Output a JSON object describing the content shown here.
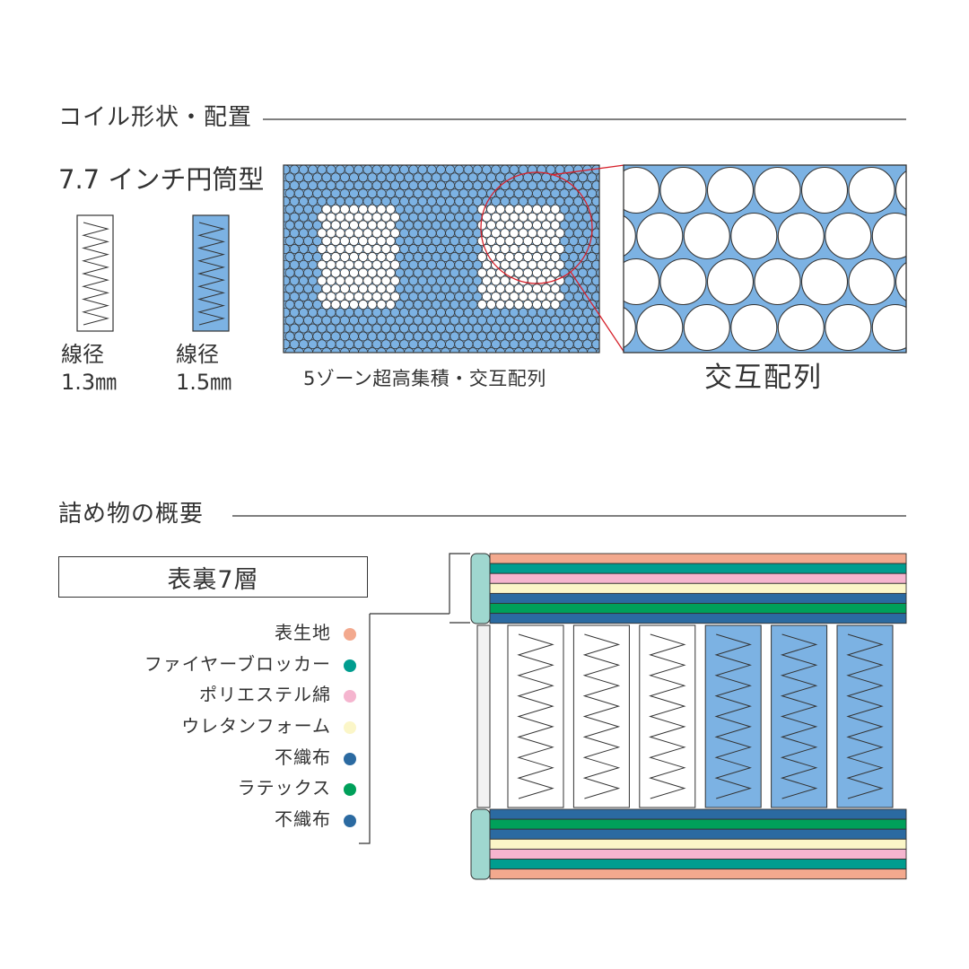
{
  "coil_section": {
    "title": "コイル形状・配置",
    "coil_type": "7.7 インチ円筒型",
    "coils": [
      {
        "label": "線径",
        "value": "1.3㎜",
        "fill": "#ffffff"
      },
      {
        "label": "線径",
        "value": "1.5㎜",
        "fill": "#7cb2e3"
      }
    ],
    "layout_caption": "5ゾーン超高集積・交互配列",
    "zoom_caption": "交互配列"
  },
  "filling_section": {
    "title": "詰め物の概要",
    "layers_label": "表裏7層",
    "layers": [
      {
        "name": "表生地",
        "color": "#f3a98e"
      },
      {
        "name": "ファイヤーブロッカー",
        "color": "#009d8f"
      },
      {
        "name": "ポリエステル綿",
        "color": "#f5b5cf"
      },
      {
        "name": "ウレタンフォーム",
        "color": "#fbf6c8"
      },
      {
        "name": "不織布",
        "color": "#2b6aa1"
      },
      {
        "name": "ラテックス",
        "color": "#00a05a"
      },
      {
        "name": "不織布",
        "color": "#2b6aa1"
      }
    ]
  },
  "colors": {
    "coil_blue": "#7cb2e3",
    "edge_teal": "#9fd7cf",
    "zoom_line": "#d6202a",
    "line": "#333333"
  }
}
